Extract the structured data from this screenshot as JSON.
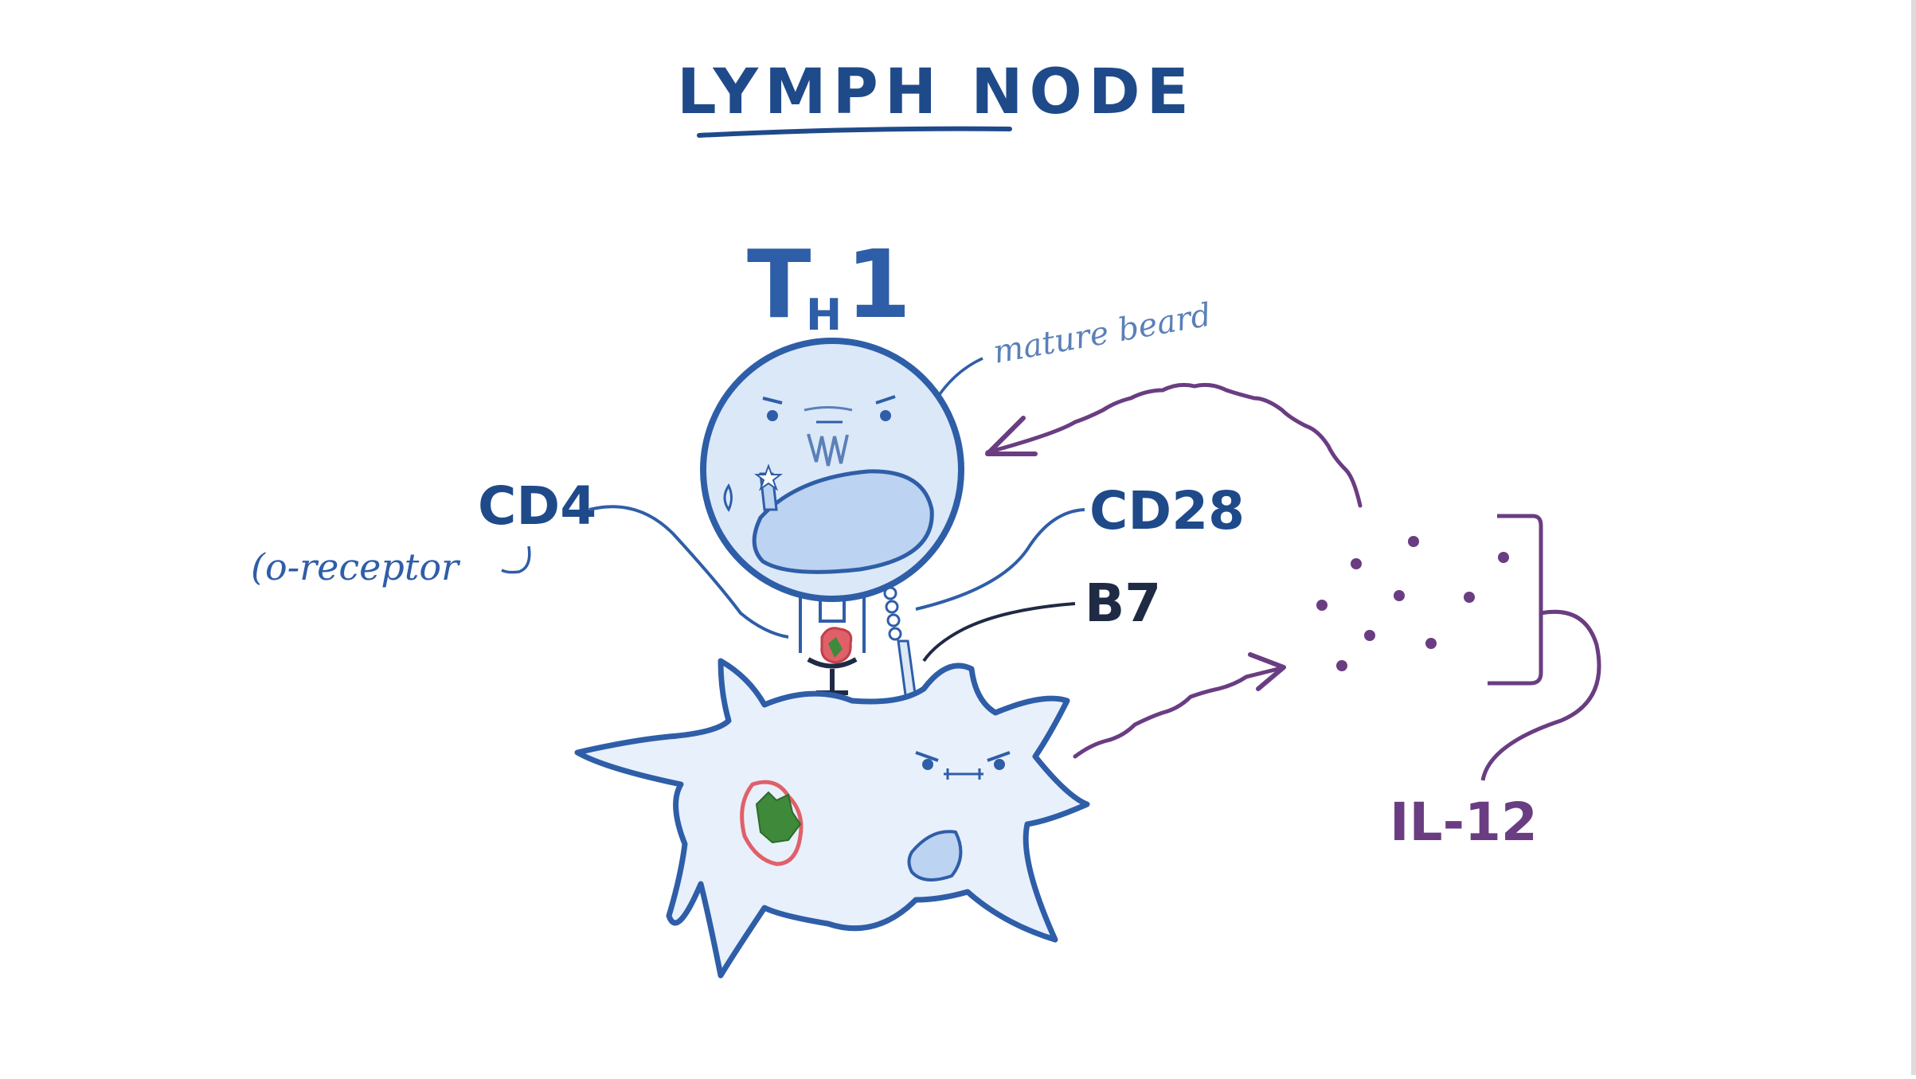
{
  "title": "LYMPH NODE",
  "cells": {
    "th1_label": "T",
    "th1_subscript": "H",
    "th1_number": "1"
  },
  "labels": {
    "mature_beard": "mature beard",
    "cd4": "CD4",
    "co_receptor": "(o-receptor",
    "cd28": "CD28",
    "b7": "B7",
    "il12": "IL-12"
  },
  "colors": {
    "cell_outline": "#2f5ea8",
    "cell_fill": "#dbe8f8",
    "cell_fill_light": "#e8f0fb",
    "nucleus": "#bcd3f1",
    "label_dark": "#1f4a8a",
    "label_light": "#5b80b8",
    "cytokine": "#6a3d82",
    "antigen_red": "#e0606a",
    "antigen_green": "#3f8a3a"
  }
}
